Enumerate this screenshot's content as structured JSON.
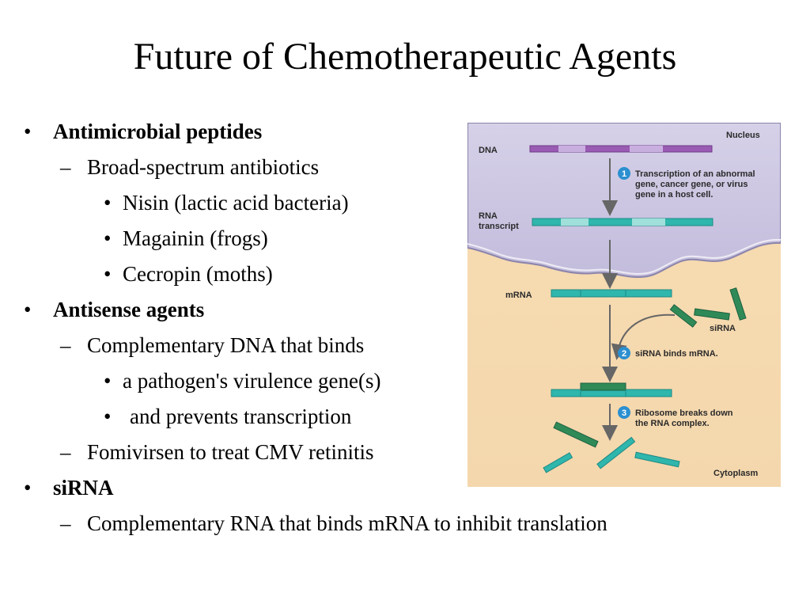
{
  "slide": {
    "title": "Future of Chemotherapeutic Agents",
    "bullet_mark": "•",
    "dash_mark": "–",
    "sub_mark": "•",
    "items": [
      {
        "text": "Antimicrobial peptides"
      },
      {
        "text": "Broad-spectrum antibiotics"
      },
      {
        "text": "Nisin (lactic acid bacteria)"
      },
      {
        "text": "Magainin (frogs)"
      },
      {
        "text": "Cecropin (moths)"
      },
      {
        "text": "Antisense agents"
      },
      {
        "text": "Complementary DNA that binds"
      },
      {
        "text": "a pathogen's virulence gene(s)"
      },
      {
        "text": "and prevents transcription"
      },
      {
        "text": "Fomivirsen to treat CMV retinitis"
      },
      {
        "text": "siRNA"
      },
      {
        "text": "Complementary RNA that binds mRNA to inhibit translation"
      }
    ]
  },
  "figure": {
    "nucleus_label": "Nucleus",
    "cytoplasm_label": "Cytoplasm",
    "dna_label": "DNA",
    "rna_label_1": "RNA",
    "rna_label_2": "transcript",
    "mrna_label": "mRNA",
    "sirna_label": "siRNA",
    "step1_num": "1",
    "step1_line1": "Transcription of an abnormal",
    "step1_line2": "gene, cancer gene, or virus",
    "step1_line3": "gene in a host cell.",
    "step2_num": "2",
    "step2_text": "siRNA binds mRNA.",
    "step3_num": "3",
    "step3_line1": "Ribosome breaks down",
    "step3_line2": "the RNA complex.",
    "colors": {
      "nucleus": "#cfc9e2",
      "cytoplasm": "#f6dcb4",
      "dna": "#9a5bb3",
      "rna": "#2fb6ad",
      "sirna": "#2f8a57",
      "step_circle": "#2b8fd0"
    }
  }
}
